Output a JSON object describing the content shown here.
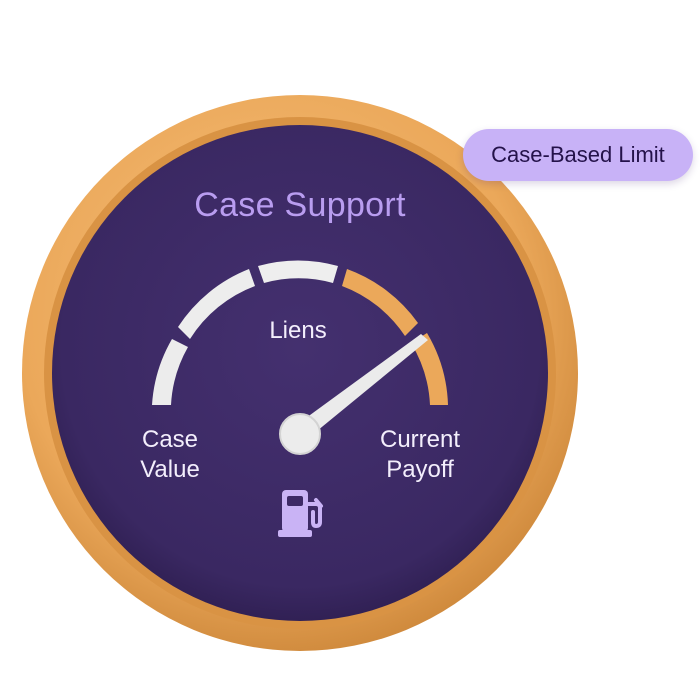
{
  "gauge": {
    "title": "Case Support",
    "labels": {
      "liens": "Liens",
      "case_value": [
        "Case",
        "Value"
      ],
      "current_payoff": [
        "Current",
        "Payoff"
      ]
    },
    "badge": "Case-Based Limit",
    "icon": "fuel-pump-icon",
    "colors": {
      "bezel": "#eba85a",
      "face": "#3d2a66",
      "title": "#b99df0",
      "segment_light": "#ededed",
      "segment_accent": "#eba85a",
      "badge": "#c8b2f7"
    }
  }
}
